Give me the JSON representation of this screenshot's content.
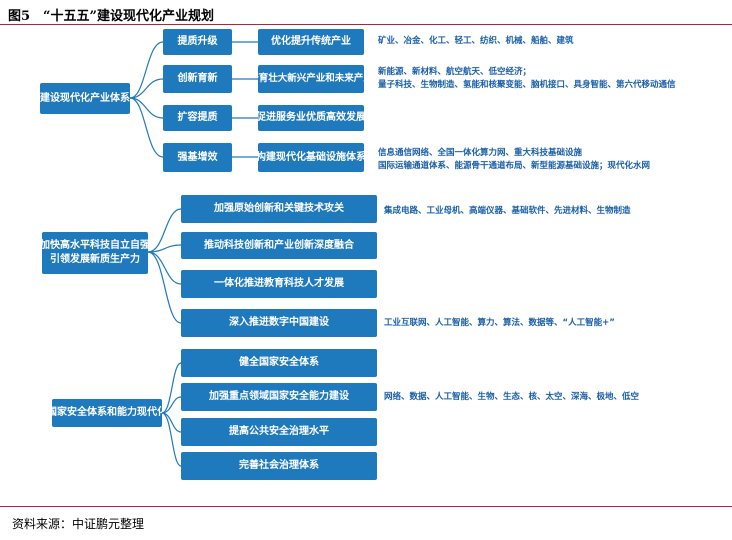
{
  "figure": {
    "title": "图5　“十五五”建设现代化产业规划",
    "source": "资料来源：中证鹏元整理"
  },
  "sections": [
    {
      "label": "建设现代化产业体系",
      "items": [
        {
          "label": "提质升级",
          "action": "优化提升传统产业",
          "detail": [
            "矿业、冶金、化工、轻工、纺织、机械、船舶、建筑"
          ]
        },
        {
          "label": "创新育新",
          "action": "培育壮大新兴产业和未来产业",
          "detail": [
            "新能源、新材料、航空航天、低空经济；",
            "量子科技、生物制造、氢能和核聚变能、脑机接口、具身智能、第六代移动通信"
          ]
        },
        {
          "label": "扩容提质",
          "action": "促进服务业优质高效发展",
          "detail": []
        },
        {
          "label": "强基增效",
          "action": "构建现代化基础设施体系",
          "detail": [
            "信息通信网络、全国一体化算力网、重大科技基础设施",
            "国际运输通道体系、能源骨干通道布局、新型能源基础设施；现代化水网"
          ]
        }
      ]
    },
    {
      "label": [
        "加快高水平科技自立自强",
        "引领发展新质生产力"
      ],
      "items": [
        {
          "label": "加强原始创新和关键技术攻关",
          "detail": "集成电路、工业母机、高端仪器、基础软件、先进材料、生物制造"
        },
        {
          "label": "推动科技创新和产业创新深度融合",
          "detail": ""
        },
        {
          "label": "一体化推进教育科技人才发展",
          "detail": ""
        },
        {
          "label": "深入推进数字中国建设",
          "detail": "工业互联网、人工智能、算力、算法、数据等、“人工智能+”"
        }
      ]
    },
    {
      "label": "国家安全体系和能力现代化",
      "items": [
        {
          "label": "健全国家安全体系",
          "detail": ""
        },
        {
          "label": "加强重点领域国家安全能力建设",
          "detail": "网络、数据、人工智能、生物、生态、核、太空、深海、极地、低空"
        },
        {
          "label": "提高公共安全治理水平",
          "detail": ""
        },
        {
          "label": "完善社会治理体系",
          "detail": ""
        }
      ]
    }
  ]
}
